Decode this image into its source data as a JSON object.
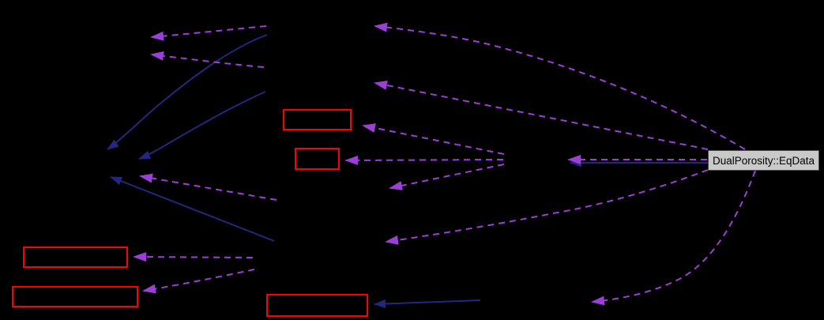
{
  "diagram": {
    "type": "doxygen-collaboration-graph",
    "background_color": "#000000",
    "current_node": {
      "label": "DualPorosity::EqData",
      "fill_color": "#c9c9c9",
      "border_color": "#4c4c4c",
      "text_color": "#000000"
    },
    "truncated_nodes": [
      {
        "id": "red-node-1"
      },
      {
        "id": "red-node-2"
      },
      {
        "id": "red-node-3"
      },
      {
        "id": "red-node-4"
      },
      {
        "id": "red-node-5"
      }
    ],
    "colors": {
      "truncated_node_border": "#ff0000",
      "solid_edge": "#23277f",
      "dashed_edge": "#9c3fd6"
    },
    "edges": {
      "solid_count": 5,
      "dashed_count": 13
    }
  }
}
